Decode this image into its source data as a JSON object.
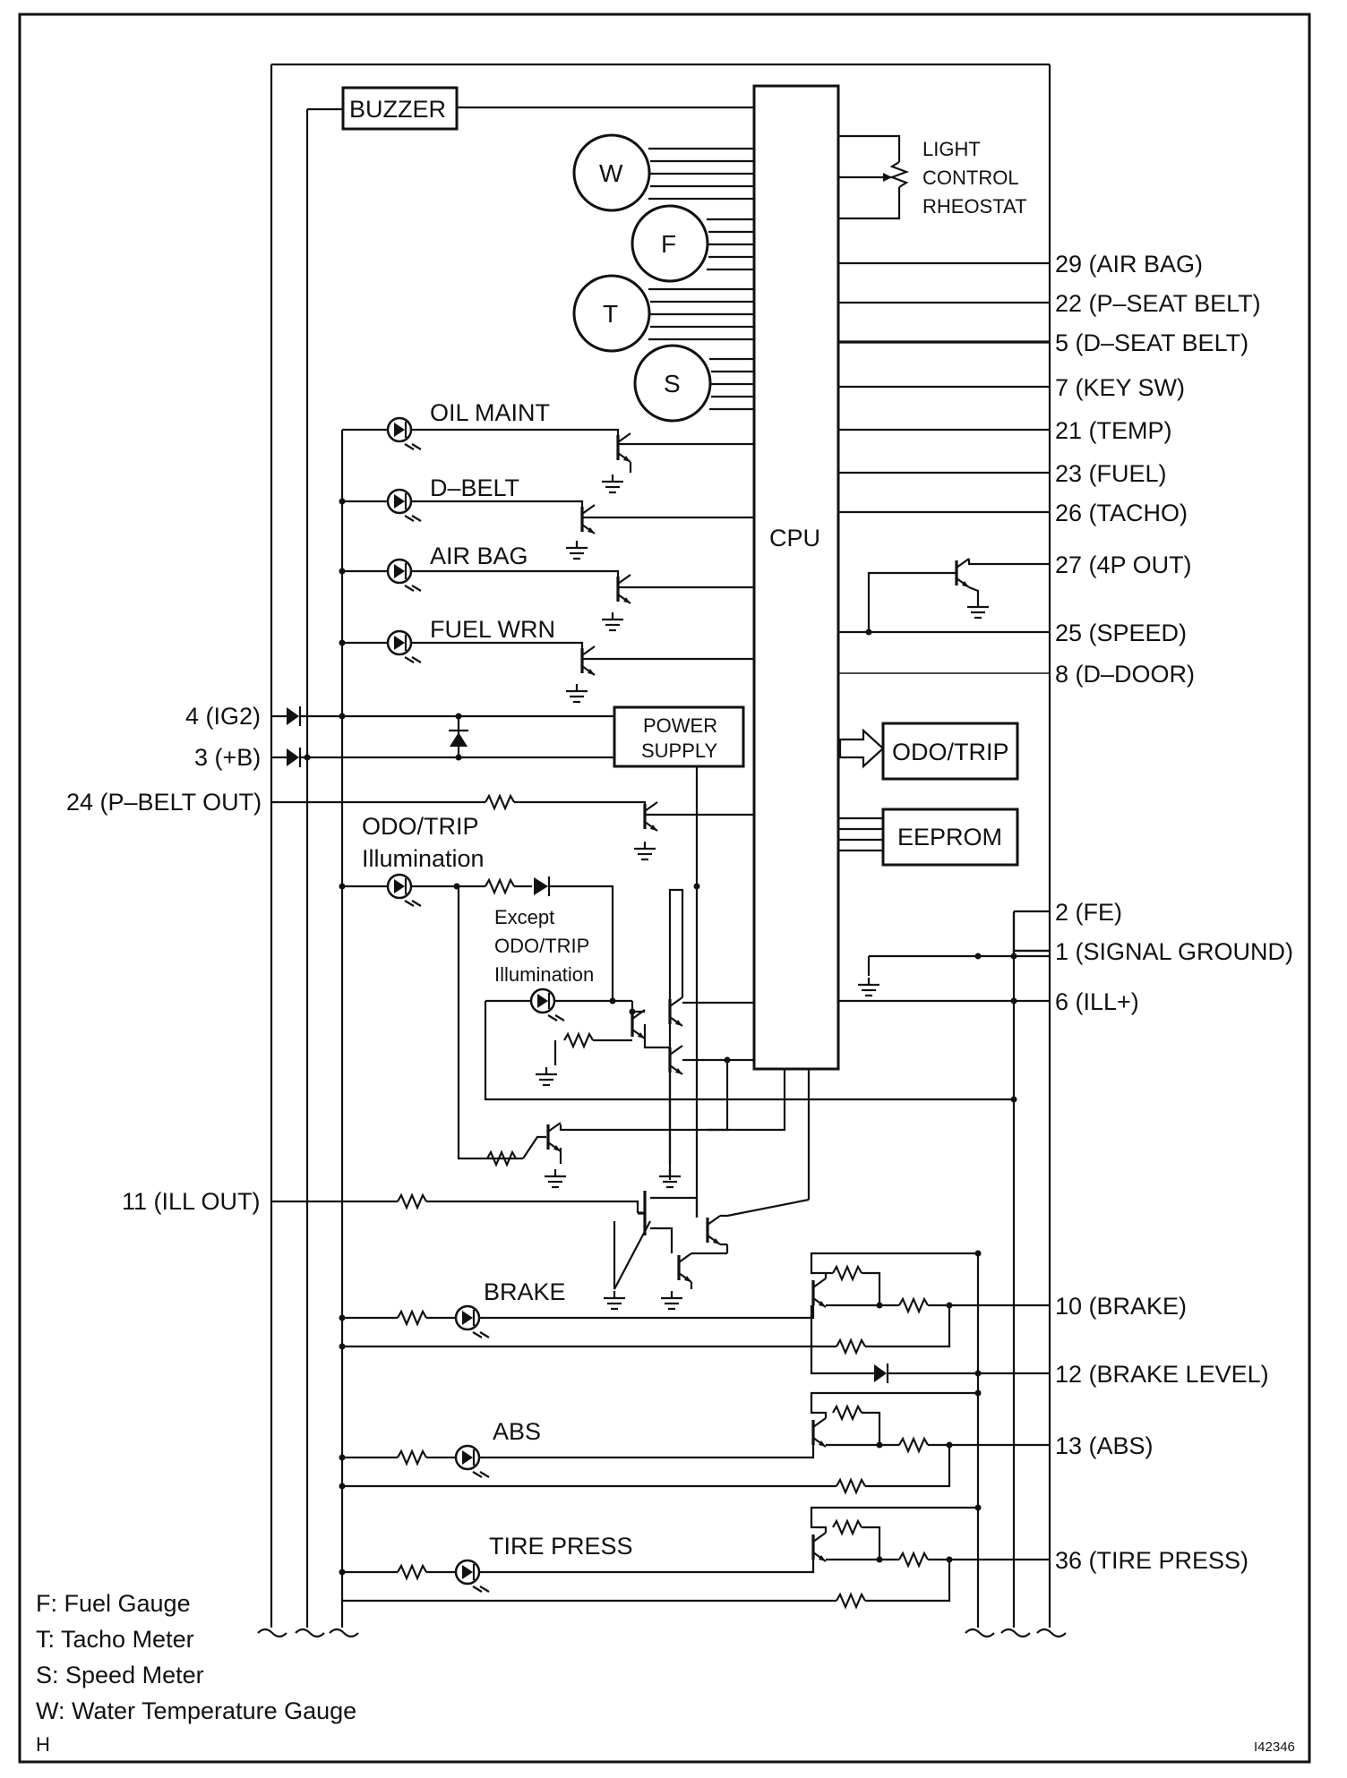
{
  "components": {
    "buzzer": "BUZZER",
    "cpu": "CPU",
    "light_control": [
      "LIGHT",
      "CONTROL",
      "RHEOSTAT"
    ],
    "power_supply": [
      "POWER",
      "SUPPLY"
    ],
    "odo_trip": "ODO/TRIP",
    "eeprom": "EEPROM",
    "gauges": [
      "W",
      "F",
      "T",
      "S"
    ]
  },
  "indicators": {
    "oil_maint": "OIL MAINT",
    "d_belt": "D–BELT",
    "air_bag": "AIR BAG",
    "fuel_wrn": "FUEL WRN",
    "odo_trip_illum": [
      "ODO/TRIP",
      "Illumination"
    ],
    "except_odo_trip": [
      "Except",
      "ODO/TRIP",
      "Illumination"
    ],
    "brake": "BRAKE",
    "abs": "ABS",
    "tire_press": "TIRE PRESS"
  },
  "left_terminals": {
    "ig2": "4 (IG2)",
    "plus_b": "3 (+B)",
    "p_belt_out": "24 (P–BELT OUT)",
    "ill_out": "11 (ILL OUT)"
  },
  "right_terminals": [
    "29 (AIR BAG)",
    "22 (P–SEAT BELT)",
    "5 (D–SEAT BELT)",
    "7 (KEY SW)",
    "21 (TEMP)",
    "23 (FUEL)",
    "26 (TACHO)",
    "27 (4P OUT)",
    "25 (SPEED)",
    "8 (D–DOOR)",
    "2 (FE)",
    "1 (SIGNAL  GROUND)",
    "6 (ILL+)",
    "10 (BRAKE)",
    "12 (BRAKE LEVEL)",
    "13 (ABS)",
    "36 (TIRE PRESS)"
  ],
  "legend": [
    "F: Fuel Gauge",
    "T: Tacho Meter",
    "S: Speed Meter",
    "W: Water Temperature Gauge"
  ],
  "corner_mark": "H",
  "figure_id": "I42346"
}
